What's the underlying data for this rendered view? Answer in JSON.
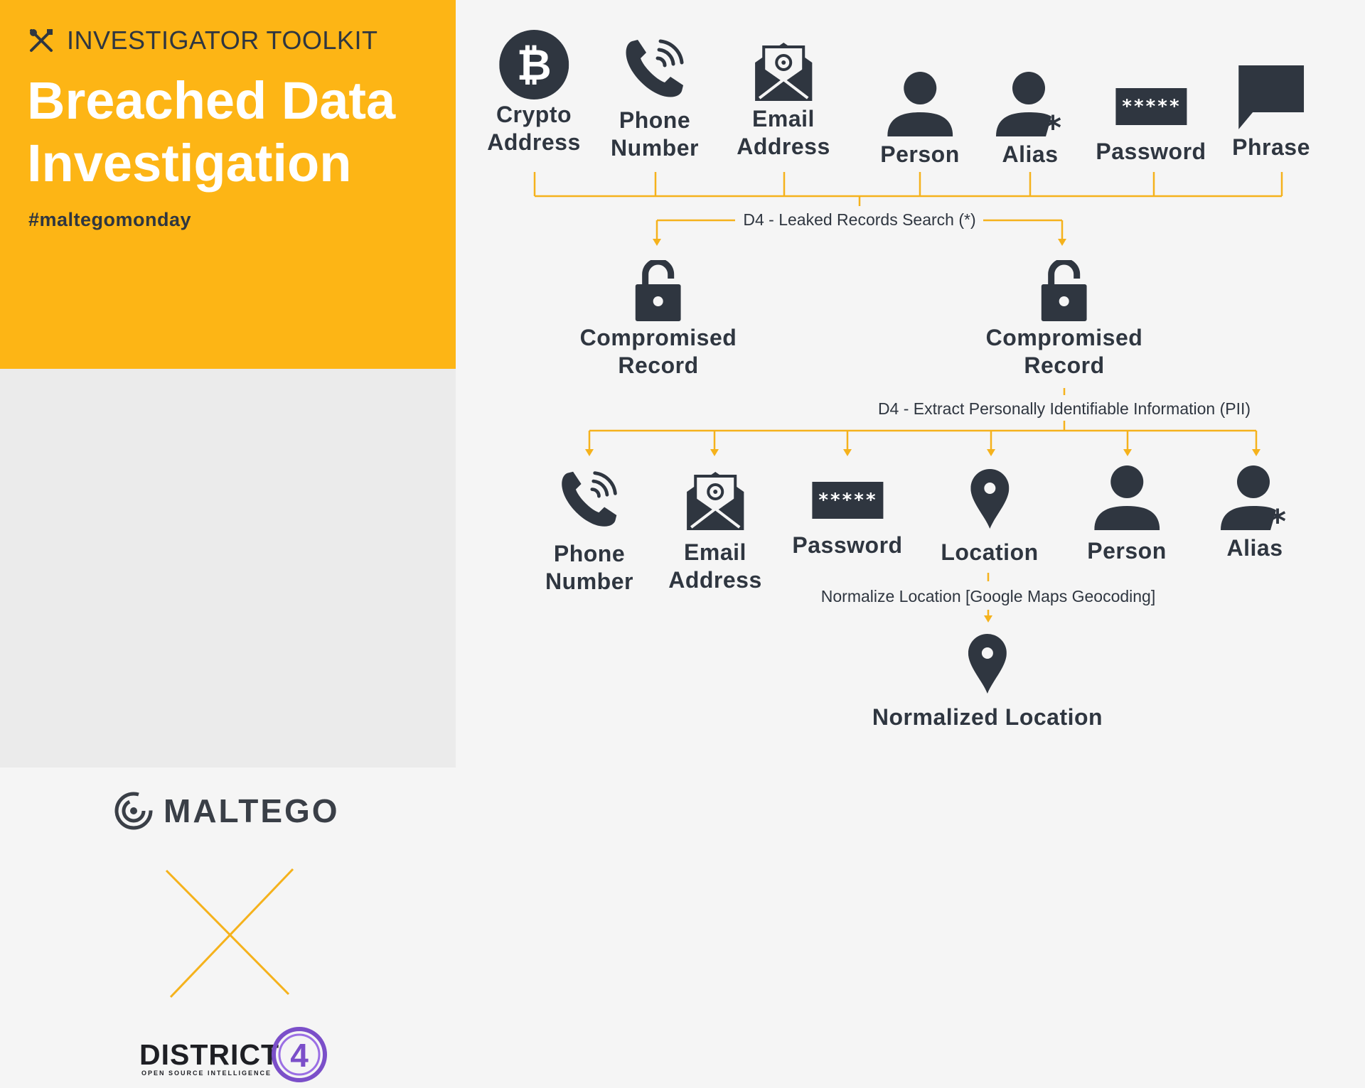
{
  "colors": {
    "accent": "#fdb515",
    "dark": "#2f3640",
    "purple": "#7b4fc9",
    "line": "#f5b21c"
  },
  "header": {
    "toolkit": "INVESTIGATOR TOOLKIT",
    "title_line1": "Breached Data",
    "title_line2": "Investigation",
    "hashtag": "#maltegomonday"
  },
  "logos": {
    "maltego": "MALTEGO",
    "district": "DISTRICT",
    "district_number": "4",
    "district_sub": "OPEN SOURCE INTELLIGENCE"
  },
  "inputs": [
    {
      "icon": "bitcoin-icon",
      "line1": "Crypto",
      "line2": "Address"
    },
    {
      "icon": "phone-icon",
      "line1": "Phone",
      "line2": "Number"
    },
    {
      "icon": "email-icon",
      "line1": "Email",
      "line2": "Address"
    },
    {
      "icon": "person-icon",
      "line1": "Person",
      "line2": ""
    },
    {
      "icon": "alias-icon",
      "line1": "Alias",
      "line2": ""
    },
    {
      "icon": "password-icon",
      "line1": "Password",
      "line2": "",
      "mask": "*****"
    },
    {
      "icon": "phrase-icon",
      "line1": "Phrase",
      "line2": ""
    }
  ],
  "transforms": {
    "search": "D4 - Leaked Records Search (*)",
    "extract": "D4 - Extract Personally Identifiable Information (PII)",
    "normalize": "Normalize Location [Google Maps Geocoding]"
  },
  "records": [
    {
      "icon": "unlocked-padlock-icon",
      "line1": "Compromised",
      "line2": "Record"
    },
    {
      "icon": "unlocked-padlock-icon",
      "line1": "Compromised",
      "line2": "Record"
    }
  ],
  "outputs": [
    {
      "icon": "phone-icon",
      "line1": "Phone",
      "line2": "Number"
    },
    {
      "icon": "email-icon",
      "line1": "Email",
      "line2": "Address"
    },
    {
      "icon": "password-icon",
      "line1": "Password",
      "line2": "",
      "mask": "*****"
    },
    {
      "icon": "location-pin-icon",
      "line1": "Location",
      "line2": ""
    },
    {
      "icon": "person-icon",
      "line1": "Person",
      "line2": ""
    },
    {
      "icon": "alias-icon",
      "line1": "Alias",
      "line2": ""
    }
  ],
  "final": {
    "icon": "location-pin-icon",
    "label": "Normalized Location"
  }
}
